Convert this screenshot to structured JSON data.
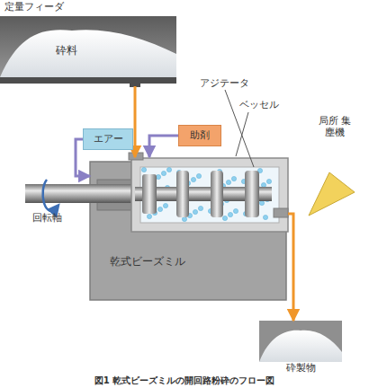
{
  "diagram": {
    "caption": "図1 乾式ビーズミルの開回路粉砕のフロー図",
    "nodes": [
      {
        "text": [
          "定量フィーダ",
          "砕料"
        ]
      },
      {
        "text": [
          "エアー"
        ]
      },
      {
        "text": [
          "助剤"
        ]
      },
      {
        "text": [
          "乾式ビーズミル"
        ]
      },
      {
        "text": [
          "砕製物"
        ]
      }
    ],
    "edges": [
      {
        "from": 0,
        "to": 3,
        "arrow": "to"
      },
      {
        "from": 1,
        "to": 3,
        "arrow": "to"
      },
      {
        "from": 2,
        "to": 3,
        "arrow": "to"
      },
      {
        "from": 3,
        "to": 4,
        "arrow": "to"
      }
    ],
    "labels": [
      "アジテータ",
      "ベッセル",
      "局所 集塵機",
      "回転軸"
    ]
  }
}
